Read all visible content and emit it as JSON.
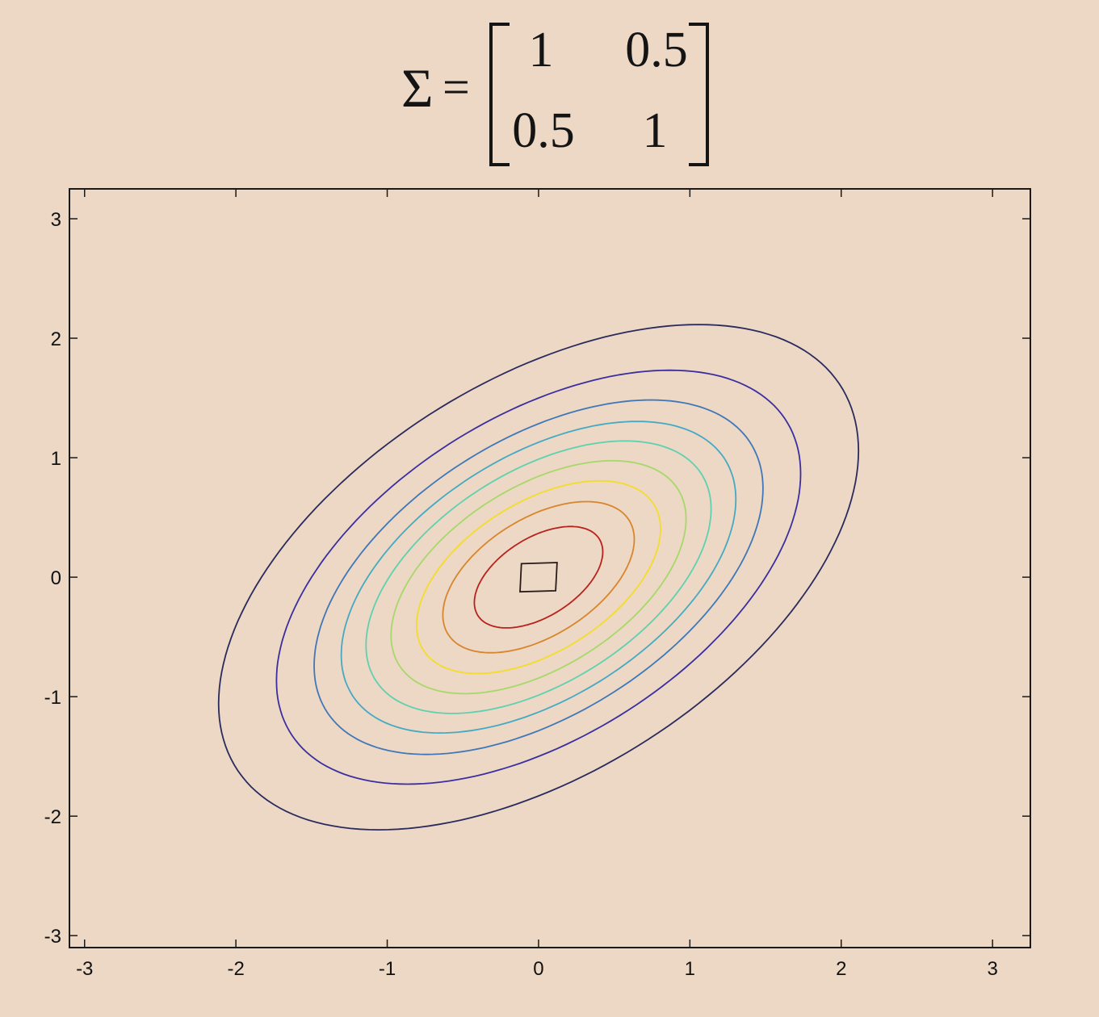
{
  "formula": {
    "symbol": "Σ",
    "equals": "=",
    "matrix": [
      [
        "1",
        "0.5"
      ],
      [
        "0.5",
        "1"
      ]
    ]
  },
  "chart_data": {
    "type": "contour",
    "distribution": "bivariate normal",
    "mean": [
      0,
      0
    ],
    "covariance": [
      [
        1,
        0.5
      ],
      [
        0.5,
        1
      ]
    ],
    "xlim": [
      -3.1,
      3.25
    ],
    "ylim": [
      -3.1,
      3.25
    ],
    "xticks": [
      -3,
      -2,
      -1,
      0,
      1,
      2,
      3
    ],
    "yticks": [
      -3,
      -2,
      -1,
      0,
      1,
      2,
      3
    ],
    "xtick_labels": [
      "-3",
      "-2",
      "-1",
      "0",
      "1",
      "2",
      "3"
    ],
    "ytick_labels": [
      "-3",
      "-2",
      "-1",
      "0",
      "1",
      "2",
      "3"
    ],
    "grid": false,
    "levels": [
      {
        "mahalanobis_sq": 4.47,
        "color": "#2a2a5e"
      },
      {
        "mahalanobis_sq": 3.0,
        "color": "#3b2fa0"
      },
      {
        "mahalanobis_sq": 2.2,
        "color": "#3f77b8"
      },
      {
        "mahalanobis_sq": 1.7,
        "color": "#45a9c4"
      },
      {
        "mahalanobis_sq": 1.3,
        "color": "#5fd0b0"
      },
      {
        "mahalanobis_sq": 0.95,
        "color": "#a6d86a"
      },
      {
        "mahalanobis_sq": 0.65,
        "color": "#f3dc2a"
      },
      {
        "mahalanobis_sq": 0.4,
        "color": "#d8852c"
      },
      {
        "mahalanobis_sq": 0.18,
        "color": "#b8221c"
      },
      {
        "mahalanobis_sq": 0.02,
        "color": "#2a1a1a",
        "shape": "diamond"
      }
    ]
  }
}
